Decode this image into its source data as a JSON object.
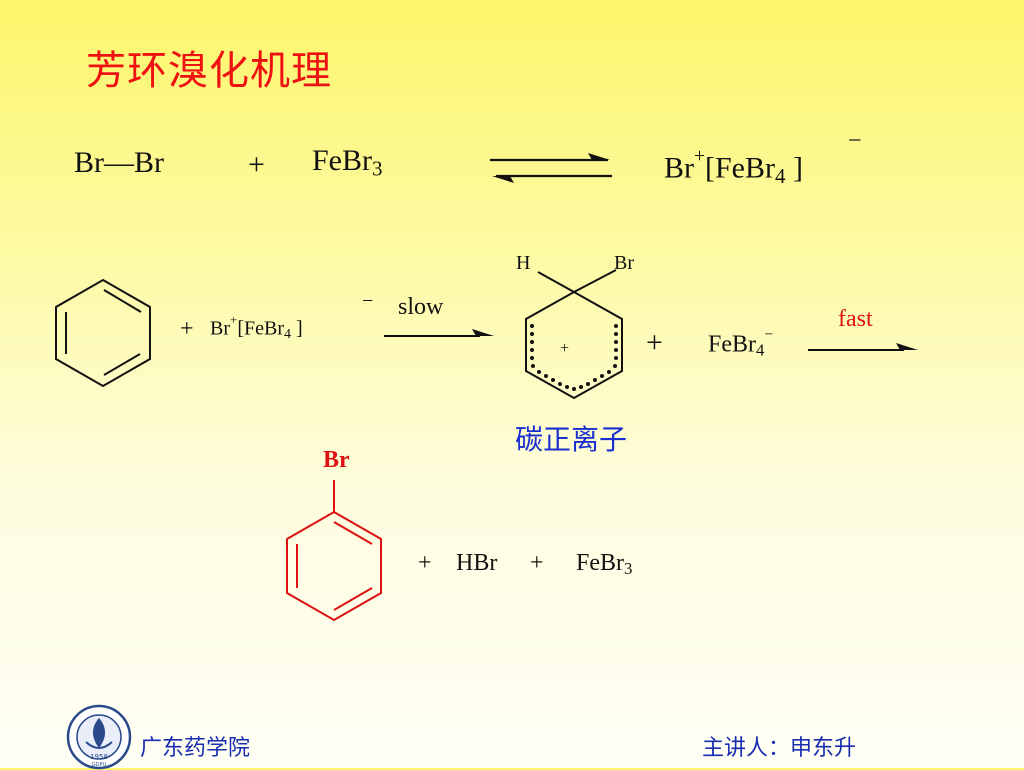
{
  "title": "芳环溴化机理",
  "reaction1": {
    "reactant_a": "Br—Br",
    "plus": "+",
    "reactant_b_main": "FeBr",
    "reactant_b_sub": "3",
    "product_br": "Br",
    "product_charge_plus": "+",
    "product_complex_main": "[FeBr",
    "product_complex_sub": "4",
    "product_complex_close": " ]",
    "product_charge_minus": "−"
  },
  "reaction2": {
    "plus": "+",
    "br": "Br",
    "charge_plus": "+",
    "complex_main": "[FeBr",
    "complex_sub": "4",
    "complex_close": " ]",
    "charge_minus": "−",
    "arrow_label": "slow",
    "label_h": "H",
    "label_br": "Br",
    "ring_charge": "+",
    "intermediate_label": "碳正离子",
    "plus2": "+",
    "febr4_main": "FeBr",
    "febr4_sub": "4",
    "febr4_charge": "−",
    "arrow2_label": "fast"
  },
  "reaction3": {
    "br_label": "Br",
    "plus1": "+",
    "hbr": "HBr",
    "plus2": "+",
    "febr3_main": "FeBr",
    "febr3_sub": "3"
  },
  "footer": {
    "school": "广东药学院",
    "lecturer": "主讲人：申东升",
    "logo_year": "1958",
    "logo_abbr": "GDPU"
  },
  "colors": {
    "title": "#ee1111",
    "highlight": "#dd1111",
    "footer": "#1a2db0",
    "intermediate_label": "#1a2fd0"
  }
}
